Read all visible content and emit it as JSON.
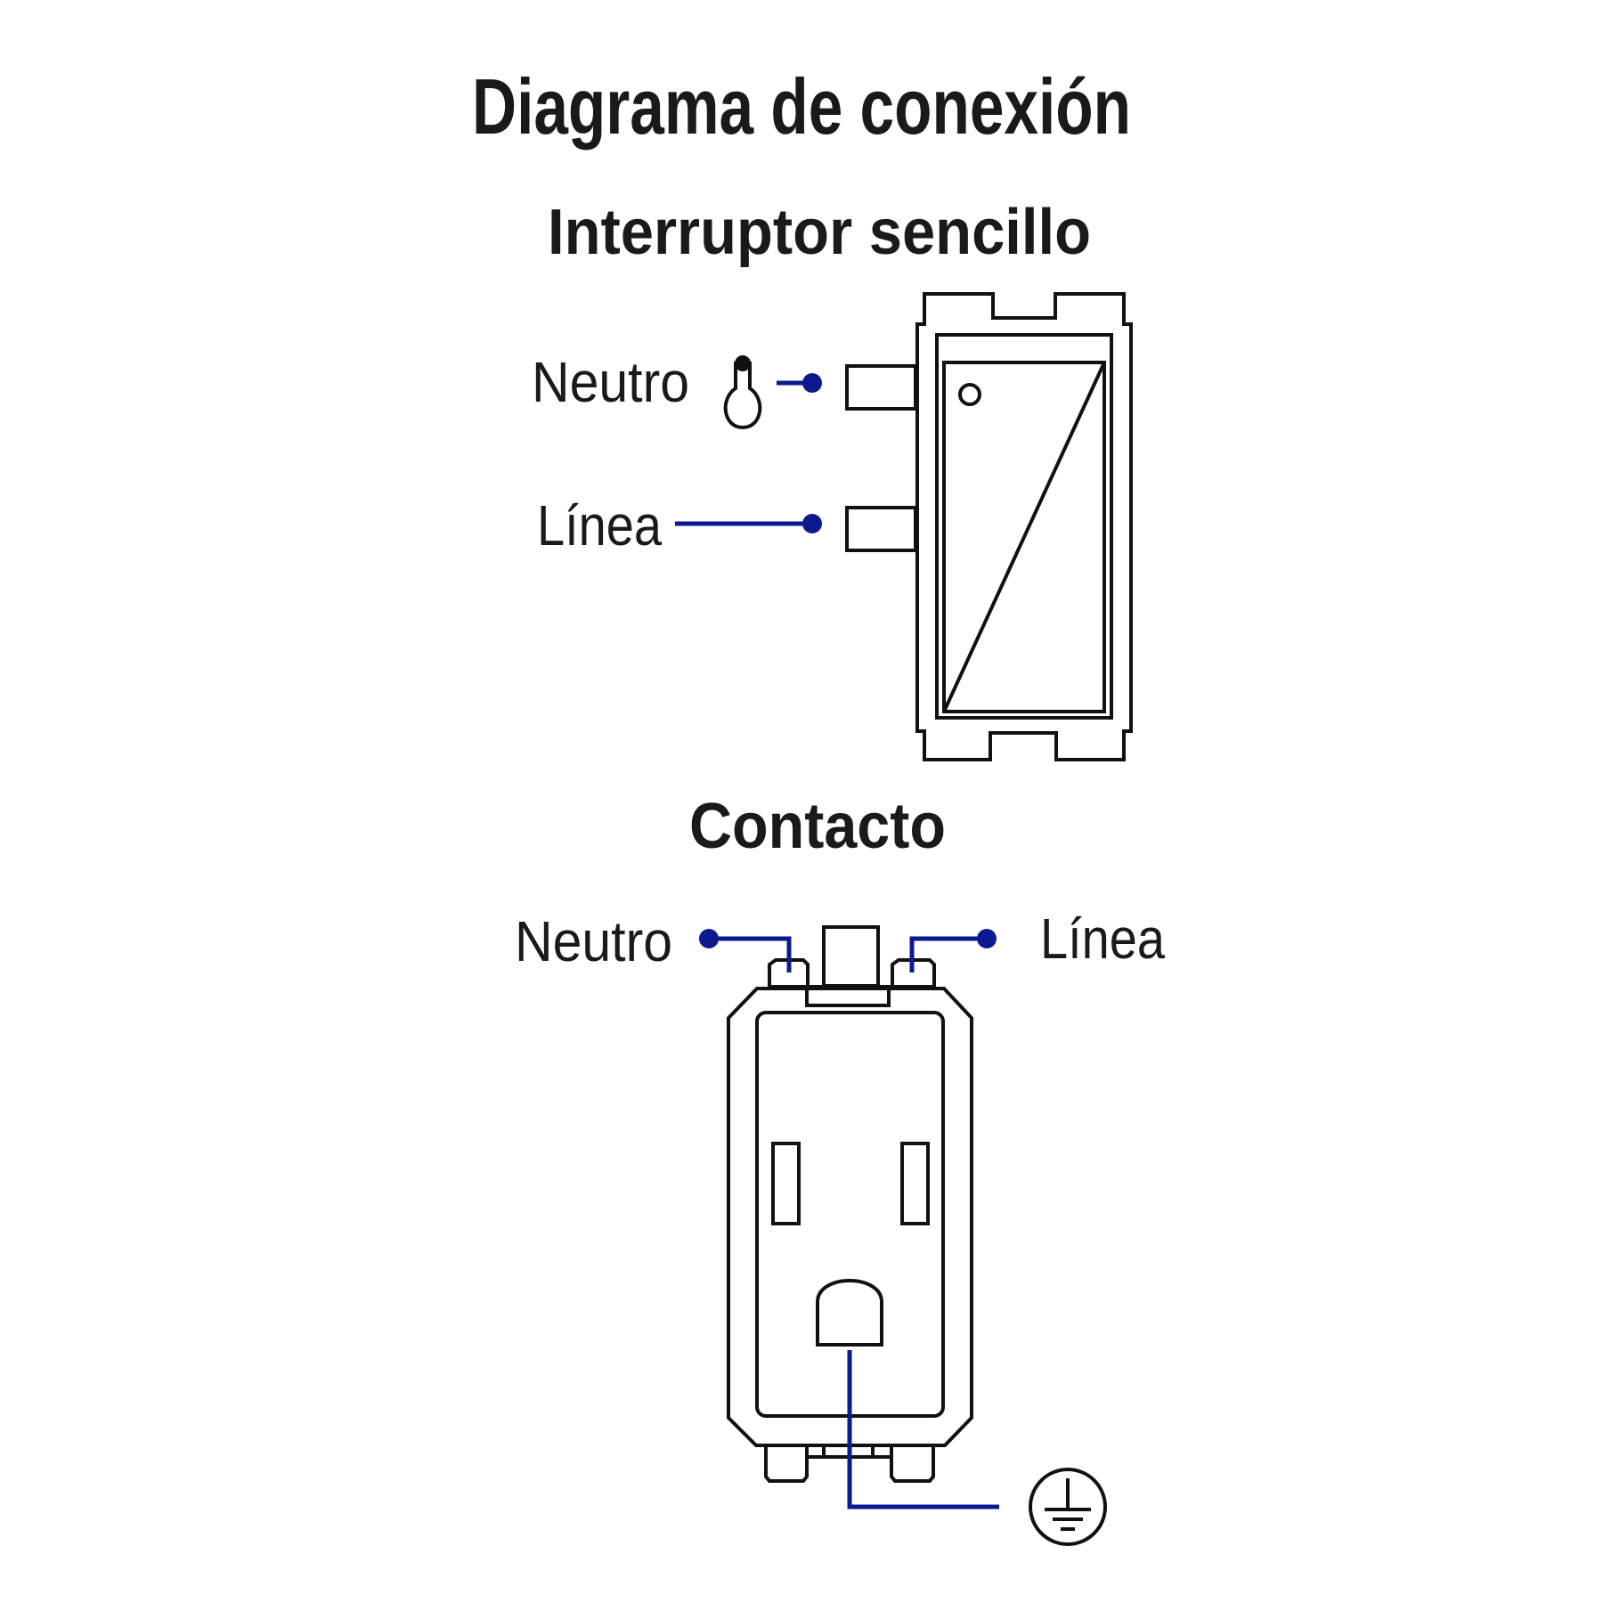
{
  "title": "Diagrama de conexión",
  "switch_section": {
    "heading": "Interruptor sencillo",
    "neutral_label": "Neutro",
    "line_label": "Línea",
    "neutral_icon": "light-bulb-icon"
  },
  "outlet_section": {
    "heading": "Contacto",
    "neutral_label": "Neutro",
    "line_label": "Línea",
    "ground_icon": "ground-icon"
  },
  "colors": {
    "wire": "#0d1a8f",
    "outline": "#111111",
    "text": "#1a1a1a"
  }
}
